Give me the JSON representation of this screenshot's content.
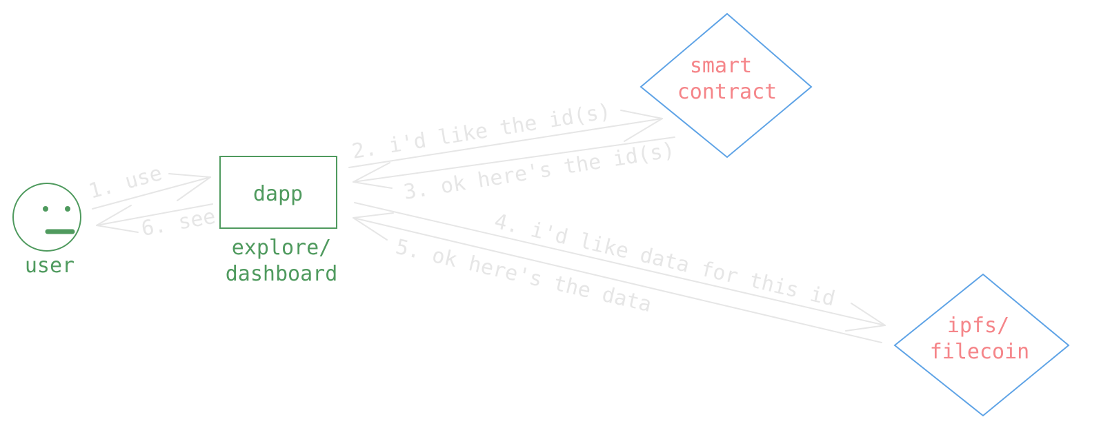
{
  "colors": {
    "green": "#4f9a5e",
    "blue": "#5ea3e6",
    "pink": "#f58589",
    "edge": "#e6e6e6"
  },
  "nodes": {
    "user": {
      "label": "user"
    },
    "dapp": {
      "label": "dapp",
      "caption_line1": "explore/",
      "caption_line2": "dashboard"
    },
    "smart_contract": {
      "label_line1": "smart",
      "label_line2": "contract"
    },
    "ipfs": {
      "label_line1": "ipfs/",
      "label_line2": "filecoin"
    }
  },
  "edges": {
    "e1": {
      "label": "1. use"
    },
    "e2": {
      "label": "2. i'd like the id(s)"
    },
    "e3": {
      "label": "3. ok here's the id(s)"
    },
    "e4": {
      "label": "4. i'd like data for this id"
    },
    "e5": {
      "label": "5. ok here's the data"
    },
    "e6": {
      "label": "6. see"
    }
  }
}
